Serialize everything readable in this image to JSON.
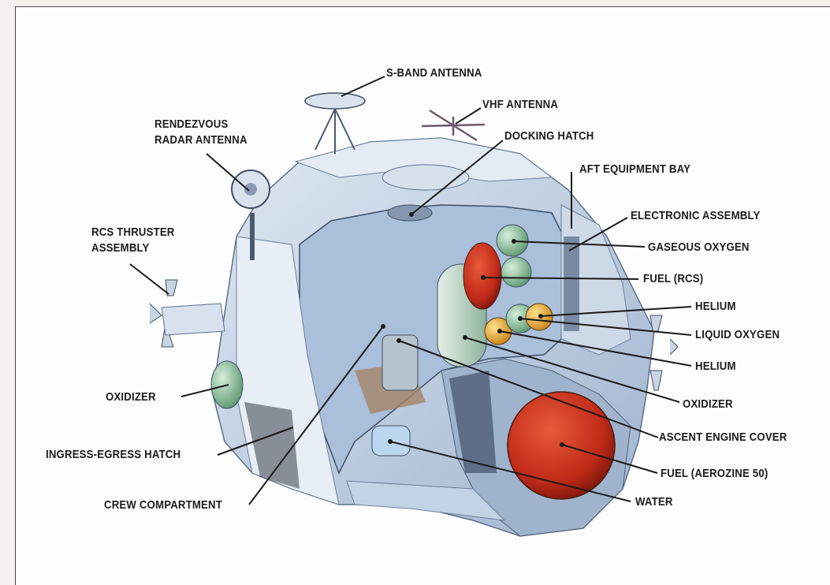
{
  "labels": {
    "s_band_antenna": "S-BAND ANTENNA",
    "vhf_antenna": "VHF ANTENNA",
    "docking_hatch": "DOCKING HATCH",
    "rendezvous_radar_antenna": [
      "RENDEZVOUS",
      "RADAR ANTENNA"
    ],
    "aft_equipment_bay": "AFT EQUIPMENT BAY",
    "electronic_assembly": "ELECTRONIC ASSEMBLY",
    "gaseous_oxygen": "GASEOUS OXYGEN",
    "rcs_thruster_assembly": [
      "RCS THRUSTER",
      "ASSEMBLY"
    ],
    "fuel_rcs": "FUEL (RCS)",
    "helium_upper": "HELIUM",
    "liquid_oxygen": "LIQUID OXYGEN",
    "helium_lower": "HELIUM",
    "oxidizer_left": "OXIDIZER",
    "oxidizer_right": "OXIDIZER",
    "ascent_engine_cover": "ASCENT ENGINE COVER",
    "ingress_egress_hatch": "INGRESS-EGRESS HATCH",
    "fuel_aerozine": "FUEL (AEROZINE 50)",
    "crew_compartment": "CREW COMPARTMENT",
    "water": "WATER"
  },
  "colors": {
    "hull": "#c9d6e6",
    "hull_shadow": "#8ea6c4",
    "interior": "#b9cbe0",
    "fuel_tank": "#c8321f",
    "oxidizer_tank": "#b8d2c0",
    "helium": "#e0a52a",
    "oxygen": "#8fbf9a",
    "line": "#1a1a1a"
  }
}
